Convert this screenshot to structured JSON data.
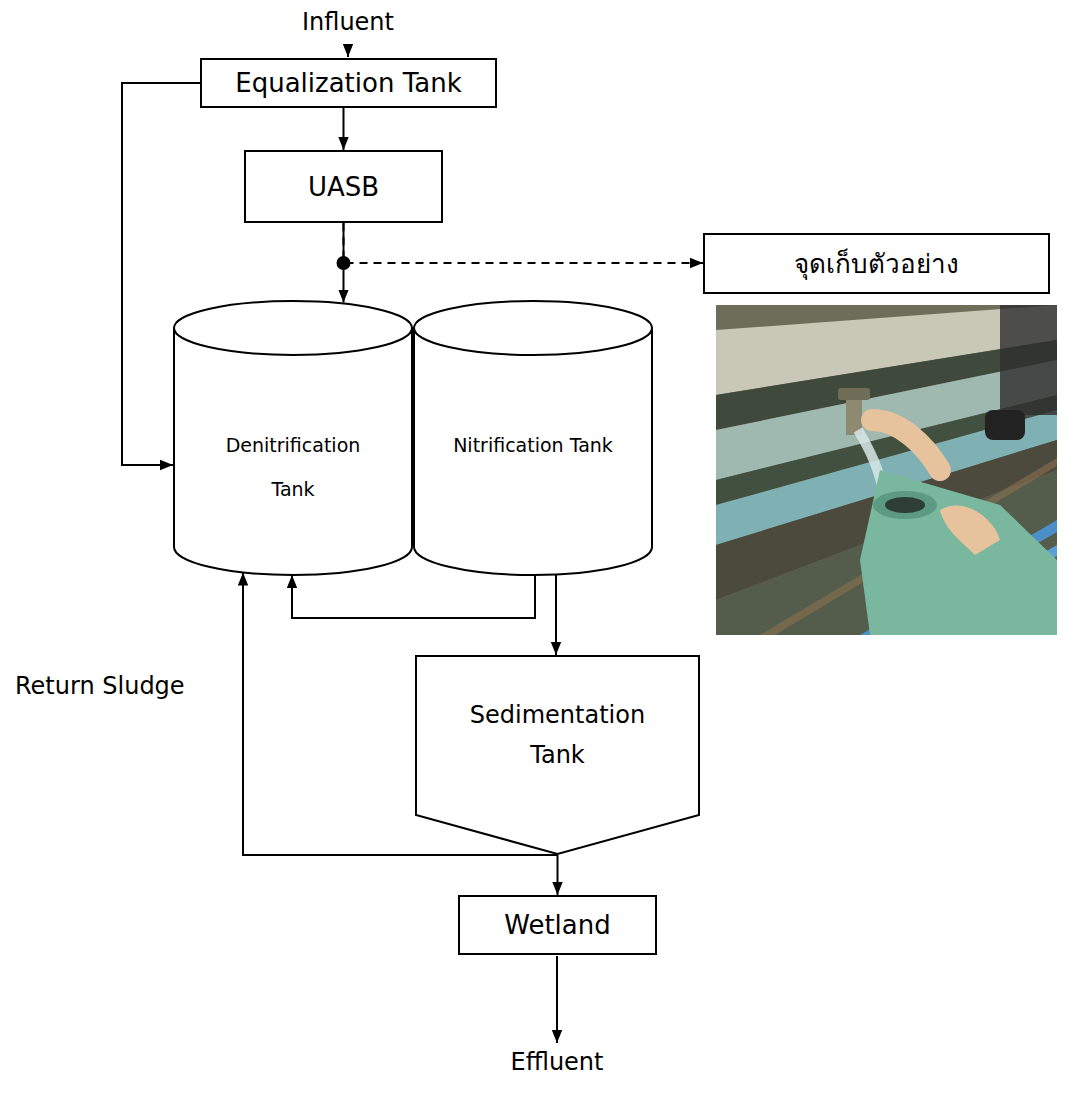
{
  "diagram": {
    "nodes": [
      {
        "text": [
          "Equalization Tank"
        ]
      },
      {
        "text": [
          "UASB"
        ]
      },
      {
        "text": [
          "Denitrification Tank"
        ]
      },
      {
        "text": [
          "Nitrification Tank"
        ]
      },
      {
        "text": [
          "Sedimentation Tank"
        ]
      },
      {
        "text": [
          "Wetland"
        ]
      },
      {
        "text": [
          "จุดเก็บตัวอย่าง"
        ]
      }
    ],
    "edges": [
      {
        "from": 0,
        "to": 1,
        "arrow": "to"
      },
      {
        "from": 1,
        "to": 2,
        "arrow": "to"
      },
      {
        "from": 1,
        "to": 6,
        "arrow": "to"
      },
      {
        "from": 0,
        "to": 2,
        "arrow": "to"
      },
      {
        "from": 3,
        "to": 2,
        "arrow": "to"
      },
      {
        "from": 3,
        "to": 4,
        "arrow": "to"
      },
      {
        "from": 4,
        "to": 2,
        "label": "Return Sludge",
        "arrow": "to"
      },
      {
        "from": 4,
        "to": 5,
        "arrow": "to"
      }
    ],
    "labels": [
      "Influent",
      "Effluent"
    ]
  }
}
